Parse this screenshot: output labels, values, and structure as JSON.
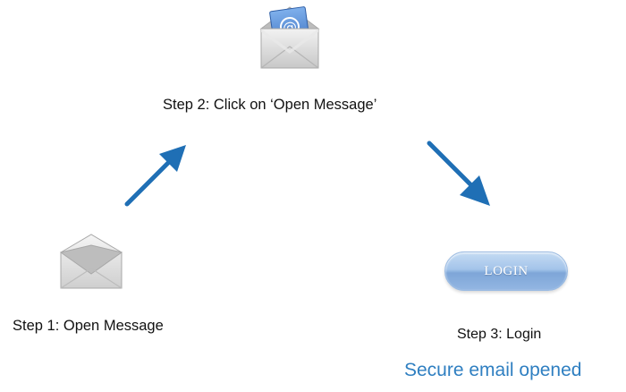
{
  "steps": {
    "step1": {
      "label": "Step 1: Open Message",
      "icon": "envelope-closed-icon"
    },
    "step2": {
      "label": "Step 2: Click on ‘Open Message’",
      "icon": "envelope-open-at-icon"
    },
    "step3": {
      "label": "Step 3: Login",
      "button_label": "LOGIN"
    }
  },
  "footer": {
    "text": "Secure email opened"
  },
  "colors": {
    "arrow": "#1f6fb5",
    "footer_text": "#2f7fc1",
    "login_button": "#a4c4ea",
    "envelope": "#d9d9d9",
    "at_card": "#5b8ed6"
  }
}
